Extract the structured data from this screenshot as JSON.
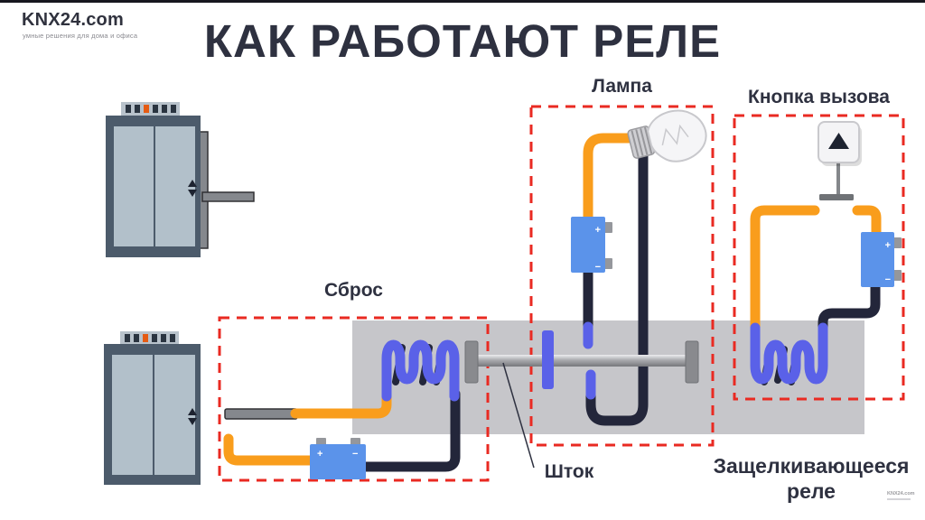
{
  "header": {
    "logo": "KNX24.com",
    "tagline": "умные решения для дома и офиса",
    "title": "КАК РАБОТАЮТ РЕЛЕ"
  },
  "labels": {
    "reset": "Сброс",
    "lamp": "Лампа",
    "call_button": "Кнопка вызова",
    "rod": "Шток",
    "latching_relay": "Защелкивающееся реле",
    "watermark": "KNX24.com"
  },
  "battery_signs": {
    "plus": "+",
    "minus": "−"
  },
  "colors": {
    "ink": "#2e3140",
    "accent_red": "#e92a22",
    "wire_orange": "#f99d1c",
    "wire_black": "#23263a",
    "coil_blue": "#5a61e8",
    "battery_blue": "#5b93ea",
    "band_gray": "#c6c6ca",
    "elevator_frame": "#4c5b6b",
    "elevator_door": "#b2c0ca",
    "elevator_panel": "#b8c2cb",
    "indicator_orange": "#e55b13"
  }
}
